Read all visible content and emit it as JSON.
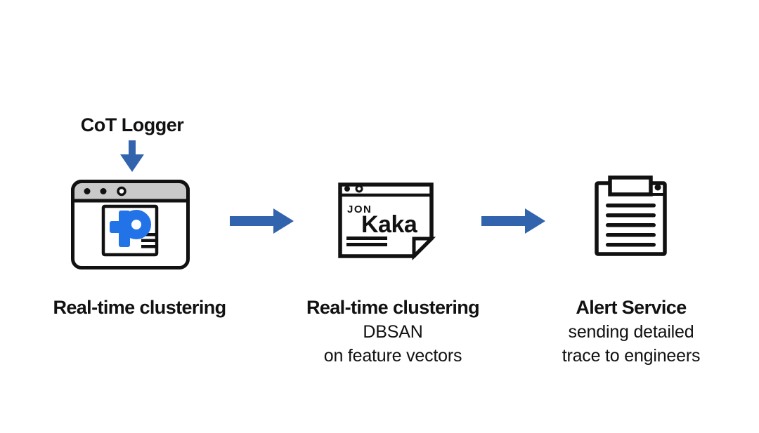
{
  "diagram": {
    "source_label": "CoT Logger",
    "steps": [
      {
        "title": "Real-time clustering",
        "lines": []
      },
      {
        "title": "Real-time clustering",
        "lines": [
          "DBSAN",
          "on feature vectors"
        ],
        "icon_text": {
          "small": "JON",
          "large": "Kaka"
        }
      },
      {
        "title": "Alert Service",
        "lines": [
          "sending detailed",
          "trace to engineers"
        ]
      }
    ]
  },
  "colors": {
    "arrow_blue": "#3263ad",
    "logo_blue": "#2273e8",
    "titlebar_gray": "#c9c9c9",
    "outline_black": "#111111",
    "background": "#ffffff"
  }
}
